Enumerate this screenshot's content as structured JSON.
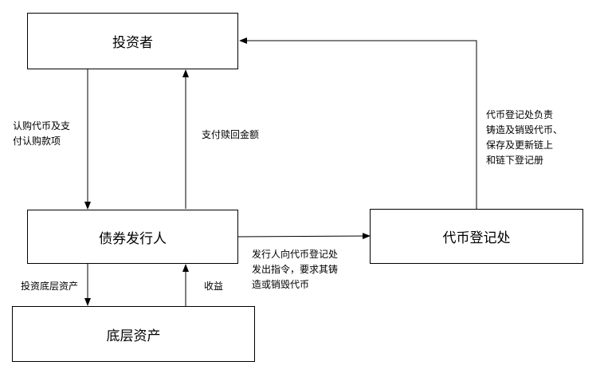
{
  "nodes": {
    "investor": "投资者",
    "issuer": "债券发行人",
    "registry": "代币登记处",
    "underlying_assets": "底层资产"
  },
  "edges": {
    "subscribe_pay": "认购代币及支\n付认购款项",
    "redemption_pay": "支付赎回金额",
    "registry_duty": "代币登记处负责\n铸造及销毁代币、\n保存及更新链上\n和链下登记册",
    "issuer_instruct": "发行人向代币登记处\n发出指令，要求其铸\n造或销毁代币",
    "invest_assets": "投资底层资产",
    "income": "收益"
  }
}
